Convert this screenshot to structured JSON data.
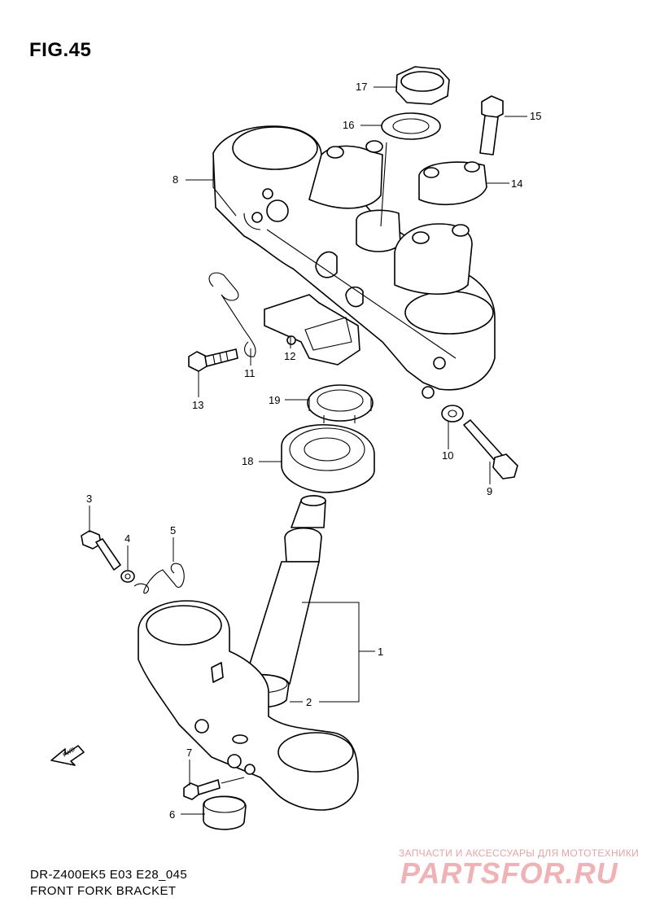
{
  "figure": {
    "title": "FIG.45",
    "model_code": "DR-Z400EK5 E03 E28_045",
    "name": "FRONT FORK BRACKET"
  },
  "parts": [
    {
      "number": "1"
    },
    {
      "number": "2"
    },
    {
      "number": "3"
    },
    {
      "number": "4"
    },
    {
      "number": "5"
    },
    {
      "number": "6"
    },
    {
      "number": "7"
    },
    {
      "number": "8"
    },
    {
      "number": "9"
    },
    {
      "number": "10"
    },
    {
      "number": "11"
    },
    {
      "number": "12"
    },
    {
      "number": "13"
    },
    {
      "number": "14"
    },
    {
      "number": "15"
    },
    {
      "number": "16"
    },
    {
      "number": "17"
    },
    {
      "number": "18"
    },
    {
      "number": "19"
    }
  ],
  "direction_arrow": {
    "label": "FWD"
  },
  "watermark": {
    "tagline": "ЗАПЧАСТИ И АКСЕССУАРЫ ДЛЯ МОТОТЕХНИКИ",
    "logo": "PARTSFOR.RU",
    "color": "#f0b2b4"
  }
}
